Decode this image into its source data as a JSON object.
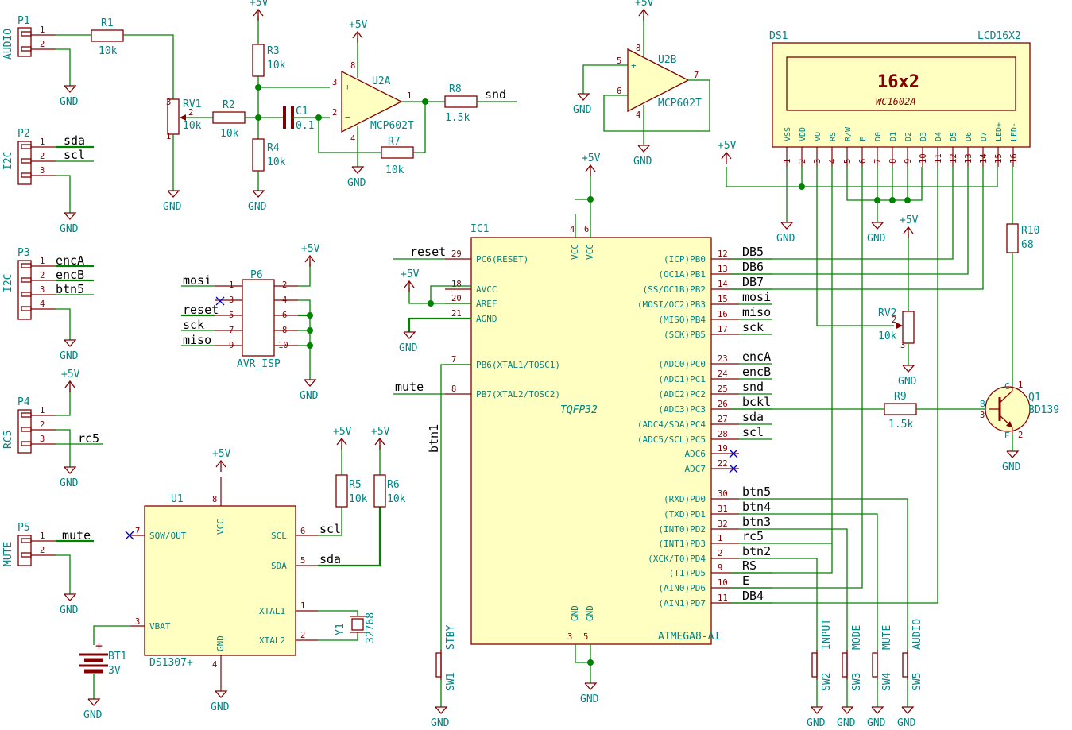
{
  "power": {
    "vcc": "+5V",
    "gnd": "GND"
  },
  "connectors": {
    "p1": {
      "ref": "P1",
      "name": "AUDIO",
      "pins": [
        "1",
        "2"
      ]
    },
    "p2": {
      "ref": "P2",
      "name": "I2C",
      "pins": [
        "1",
        "2",
        "3"
      ],
      "nets": [
        "sda",
        "scl"
      ]
    },
    "p3": {
      "ref": "P3",
      "name": "I2C",
      "pins": [
        "1",
        "2",
        "3",
        "4"
      ],
      "nets": [
        "encA",
        "encB",
        "btn5"
      ]
    },
    "p4": {
      "ref": "P4",
      "name": "RC5",
      "pins": [
        "1",
        "2",
        "3"
      ],
      "nets": [
        "rc5"
      ]
    },
    "p5": {
      "ref": "P5",
      "name": "MUTE",
      "pins": [
        "1",
        "2"
      ],
      "nets": [
        "mute"
      ]
    }
  },
  "passives": {
    "r1": {
      "ref": "R1",
      "value": "10k"
    },
    "r2": {
      "ref": "R2",
      "value": "10k"
    },
    "r3": {
      "ref": "R3",
      "value": "10k"
    },
    "r4": {
      "ref": "R4",
      "value": "10k"
    },
    "r5": {
      "ref": "R5",
      "value": "10k"
    },
    "r6": {
      "ref": "R6",
      "value": "10k"
    },
    "r7": {
      "ref": "R7",
      "value": "10k"
    },
    "r8": {
      "ref": "R8",
      "value": "1.5k"
    },
    "r9": {
      "ref": "R9",
      "value": "1.5k"
    },
    "r10": {
      "ref": "R10",
      "value": "68"
    },
    "rv1": {
      "ref": "RV1",
      "value": "10k"
    },
    "rv2": {
      "ref": "RV2",
      "value": "10k"
    },
    "c1": {
      "ref": "C1",
      "value": "0.1"
    },
    "y1": {
      "ref": "Y1",
      "value": "32768"
    },
    "bt1": {
      "ref": "BT1",
      "value": "3V"
    }
  },
  "opamps": {
    "u2a": {
      "ref": "U2A",
      "value": "MCP602T"
    },
    "u2b": {
      "ref": "U2B",
      "value": "MCP602T"
    }
  },
  "isp": {
    "ref": "P6",
    "name": "AVR_ISP",
    "left": [
      {
        "pin": "1",
        "net": "mosi"
      },
      {
        "pin": "3",
        "net": ""
      },
      {
        "pin": "5",
        "net": "reset"
      },
      {
        "pin": "7",
        "net": "sck"
      },
      {
        "pin": "9",
        "net": "miso"
      }
    ],
    "right": [
      "2",
      "4",
      "6",
      "8",
      "10"
    ]
  },
  "u1": {
    "ref": "U1",
    "value": "DS1307+",
    "pins": {
      "vcc": "VCC",
      "vcc_n": "8",
      "sqw": "SQW/OUT",
      "sqw_n": "7",
      "vbat": "VBAT",
      "vbat_n": "3",
      "gnd": "GND",
      "gnd_n": "4",
      "scl": "SCL",
      "scl_n": "6",
      "sda": "SDA",
      "sda_n": "5",
      "x1": "XTAL1",
      "x1_n": "1",
      "x2": "XTAL2",
      "x2_n": "2"
    },
    "nets": {
      "scl": "scl",
      "sda": "sda"
    }
  },
  "ic1": {
    "ref": "IC1",
    "value": "ATMEGA8-AI",
    "package": "TQFP32",
    "top": [
      {
        "n": "4",
        "name": "VCC"
      },
      {
        "n": "6",
        "name": "VCC"
      }
    ],
    "bottom": [
      {
        "n": "3",
        "name": "GND"
      },
      {
        "n": "5",
        "name": "GND"
      }
    ],
    "left": [
      {
        "n": "29",
        "name": "PC6(RESET)",
        "net": "reset"
      },
      {
        "n": "18",
        "name": "AVCC",
        "net": ""
      },
      {
        "n": "20",
        "name": "AREF",
        "net": ""
      },
      {
        "n": "21",
        "name": "AGND",
        "net": ""
      },
      {
        "n": "7",
        "name": "PB6(XTAL1/TOSC1)",
        "net": ""
      },
      {
        "n": "8",
        "name": "PB7(XTAL2/TOSC2)",
        "net": "mute"
      }
    ],
    "right": [
      {
        "n": "12",
        "name": "(ICP)PB0",
        "net": "DB5"
      },
      {
        "n": "13",
        "name": "(OC1A)PB1",
        "net": "DB6"
      },
      {
        "n": "14",
        "name": "(SS/OC1B)PB2",
        "net": "DB7"
      },
      {
        "n": "15",
        "name": "(MOSI/OC2)PB3",
        "net": "mosi"
      },
      {
        "n": "16",
        "name": "(MISO)PB4",
        "net": "miso"
      },
      {
        "n": "17",
        "name": "(SCK)PB5",
        "net": "sck"
      },
      {
        "n": "23",
        "name": "(ADC0)PC0",
        "net": "encA"
      },
      {
        "n": "24",
        "name": "(ADC1)PC1",
        "net": "encB"
      },
      {
        "n": "25",
        "name": "(ADC2)PC2",
        "net": "snd"
      },
      {
        "n": "26",
        "name": "(ADC3)PC3",
        "net": "bckl"
      },
      {
        "n": "27",
        "name": "(ADC4/SDA)PC4",
        "net": "sda"
      },
      {
        "n": "28",
        "name": "(ADC5/SCL)PC5",
        "net": "scl"
      },
      {
        "n": "19",
        "name": "ADC6",
        "net": ""
      },
      {
        "n": "22",
        "name": "ADC7",
        "net": ""
      },
      {
        "n": "30",
        "name": "(RXD)PD0",
        "net": "btn5"
      },
      {
        "n": "31",
        "name": "(TXD)PD1",
        "net": "btn4"
      },
      {
        "n": "32",
        "name": "(INT0)PD2",
        "net": "btn3"
      },
      {
        "n": "1",
        "name": "(INT1)PD3",
        "net": "rc5"
      },
      {
        "n": "2",
        "name": "(XCK/T0)PD4",
        "net": "btn2"
      },
      {
        "n": "9",
        "name": "(T1)PD5",
        "net": "RS"
      },
      {
        "n": "10",
        "name": "(AIN0)PD6",
        "net": "E"
      },
      {
        "n": "11",
        "name": "(AIN1)PD7",
        "net": "DB4"
      }
    ],
    "btn1": "btn1",
    "snd": "snd"
  },
  "lcd": {
    "ref": "DS1",
    "value": "LCD16X2",
    "big": "16x2",
    "small": "WC1602A",
    "pins": [
      {
        "n": "1",
        "name": "VSS"
      },
      {
        "n": "2",
        "name": "VDD"
      },
      {
        "n": "3",
        "name": "VO"
      },
      {
        "n": "4",
        "name": "RS"
      },
      {
        "n": "5",
        "name": "R/W"
      },
      {
        "n": "6",
        "name": "E"
      },
      {
        "n": "7",
        "name": "D0"
      },
      {
        "n": "8",
        "name": "D1"
      },
      {
        "n": "9",
        "name": "D2"
      },
      {
        "n": "10",
        "name": "D3"
      },
      {
        "n": "11",
        "name": "D4"
      },
      {
        "n": "12",
        "name": "D5"
      },
      {
        "n": "13",
        "name": "D6"
      },
      {
        "n": "14",
        "name": "D7"
      },
      {
        "n": "15",
        "name": "LED+"
      },
      {
        "n": "16",
        "name": "LED-"
      }
    ]
  },
  "transistor": {
    "ref": "Q1",
    "value": "BD139",
    "b": "B",
    "c": "C",
    "e": "E",
    "n1": "1",
    "n2": "2",
    "n3": "3"
  },
  "switches": [
    {
      "ref": "SW1",
      "name": "STBY"
    },
    {
      "ref": "SW2",
      "name": "INPUT"
    },
    {
      "ref": "SW3",
      "name": "MODE"
    },
    {
      "ref": "SW4",
      "name": "MUTE"
    },
    {
      "ref": "SW5",
      "name": "AUDIO"
    }
  ],
  "pin_numbers": {
    "one": "1",
    "two": "2",
    "three": "3",
    "four": "4",
    "five": "5",
    "six": "6",
    "seven": "7",
    "eight": "8"
  }
}
